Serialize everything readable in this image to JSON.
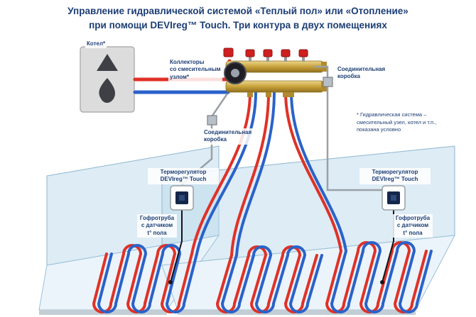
{
  "title": {
    "text": "Управление гидравлической системой «Теплый пол» или «Отопление»\nпри помощи DEVIreg™ Touch. Три контура в двух помещениях"
  },
  "diagram": {
    "boiler_label": "Котел*",
    "collector_label": "Коллекторы\nсо смесительным\nузлом*",
    "junction_box_right_label": "Соединительная\nкоробка",
    "junction_box_left_label": "Соединительная\nкоробка",
    "footnote": "* Гидравлическая система –\nсмесительный узел, котел и т.п.,\nпоказана условно",
    "thermostat_left_label": "Терморегулятор\nDEVIreg™ Touch",
    "thermostat_right_label": "Терморегулятор\nDEVIreg™ Touch",
    "sensor_left_label": "Гофротруба\nс датчиком\nt° пола",
    "sensor_right_label": "Гофротруба\nс датчиком\nt° пола"
  },
  "colors": {
    "title_text": "#1d3e75",
    "pipe_hot": "#e03127",
    "pipe_cold": "#2a62c9",
    "room_glass": "#bcd9ec",
    "floor_fill": "#e9f3f9",
    "brass": "#c9a13b",
    "cable_gray": "#9aa0a6",
    "thermostat_screen": "#14264a"
  }
}
